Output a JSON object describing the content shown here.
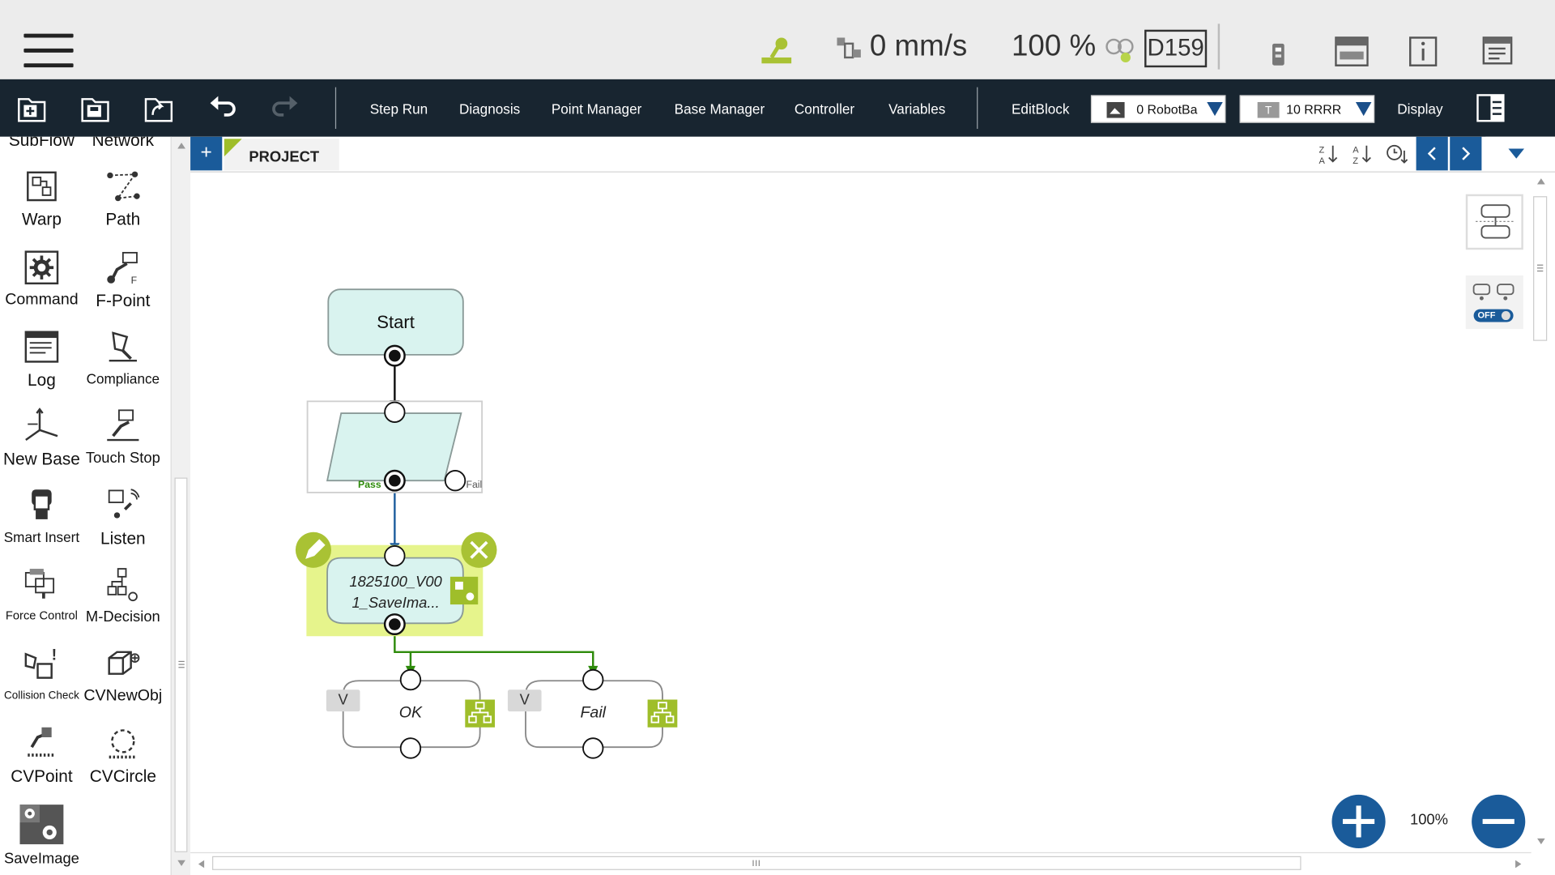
{
  "status_bar": {
    "menu_icon": "hamburger-menu-icon",
    "speed": "0 mm/s",
    "speed_percent": "100 %",
    "controller_id": "D159",
    "icons": [
      "joystick-icon",
      "robot-speed-icon",
      "speed-adjust-icon",
      "remote-icon",
      "keyboard-icon",
      "info-icon",
      "notes-icon"
    ]
  },
  "toolbar": {
    "file_icons": [
      "new-project-icon",
      "save-project-icon",
      "open-project-icon",
      "undo-icon",
      "redo-icon"
    ],
    "menu": [
      "Step Run",
      "Diagnosis",
      "Point Manager",
      "Base Manager",
      "Controller",
      "Variables"
    ],
    "editblock": "EditBlock",
    "base_select": "0 RobotBa",
    "tool_select": "10 RRRR",
    "display": "Display"
  },
  "palette": {
    "items": [
      {
        "label": "SubFlow",
        "icon": "subflow-icon"
      },
      {
        "label": "Network",
        "icon": "network-icon"
      },
      {
        "label": "Warp",
        "icon": "warp-icon"
      },
      {
        "label": "Path",
        "icon": "path-icon"
      },
      {
        "label": "Command",
        "icon": "command-gear-icon"
      },
      {
        "label": "F-Point",
        "icon": "f-point-icon"
      },
      {
        "label": "Log",
        "icon": "log-icon"
      },
      {
        "label": "Compliance",
        "icon": "compliance-icon"
      },
      {
        "label": "New Base",
        "icon": "new-base-icon"
      },
      {
        "label": "Touch Stop",
        "icon": "touch-stop-icon"
      },
      {
        "label": "Smart Insert",
        "icon": "smart-insert-icon"
      },
      {
        "label": "Listen",
        "icon": "listen-icon"
      },
      {
        "label": "Force Control",
        "icon": "force-control-icon"
      },
      {
        "label": "M-Decision",
        "icon": "m-decision-icon"
      },
      {
        "label": "Collision Check",
        "icon": "collision-check-icon"
      },
      {
        "label": "CVNewObj",
        "icon": "cv-new-obj-icon"
      },
      {
        "label": "CVPoint",
        "icon": "cv-point-icon"
      },
      {
        "label": "CVCircle",
        "icon": "cv-circle-icon"
      },
      {
        "label": "SaveImage",
        "icon": "save-image-icon"
      }
    ]
  },
  "tab_bar": {
    "add": "+",
    "tab_label": "PROJECT"
  },
  "flow": {
    "start": "Start",
    "pass_label": "Pass",
    "fail_label": "Fail",
    "vision_node_line1": "1825100_V00",
    "vision_node_line2": "1_SaveIma...",
    "branch_v": "V",
    "ok_node": "OK",
    "fail_node": "Fail",
    "colors": {
      "start_fill": "#d9f3ef",
      "selected_fill": "#e6f48c",
      "pass_text": "#2e8b0b",
      "edge_blue": "#1f5f9e",
      "edge_green": "#2e8b0b",
      "accent_green": "#9fbe2a"
    }
  },
  "zoom": {
    "level": "100%",
    "toggle_label": "OFF"
  }
}
